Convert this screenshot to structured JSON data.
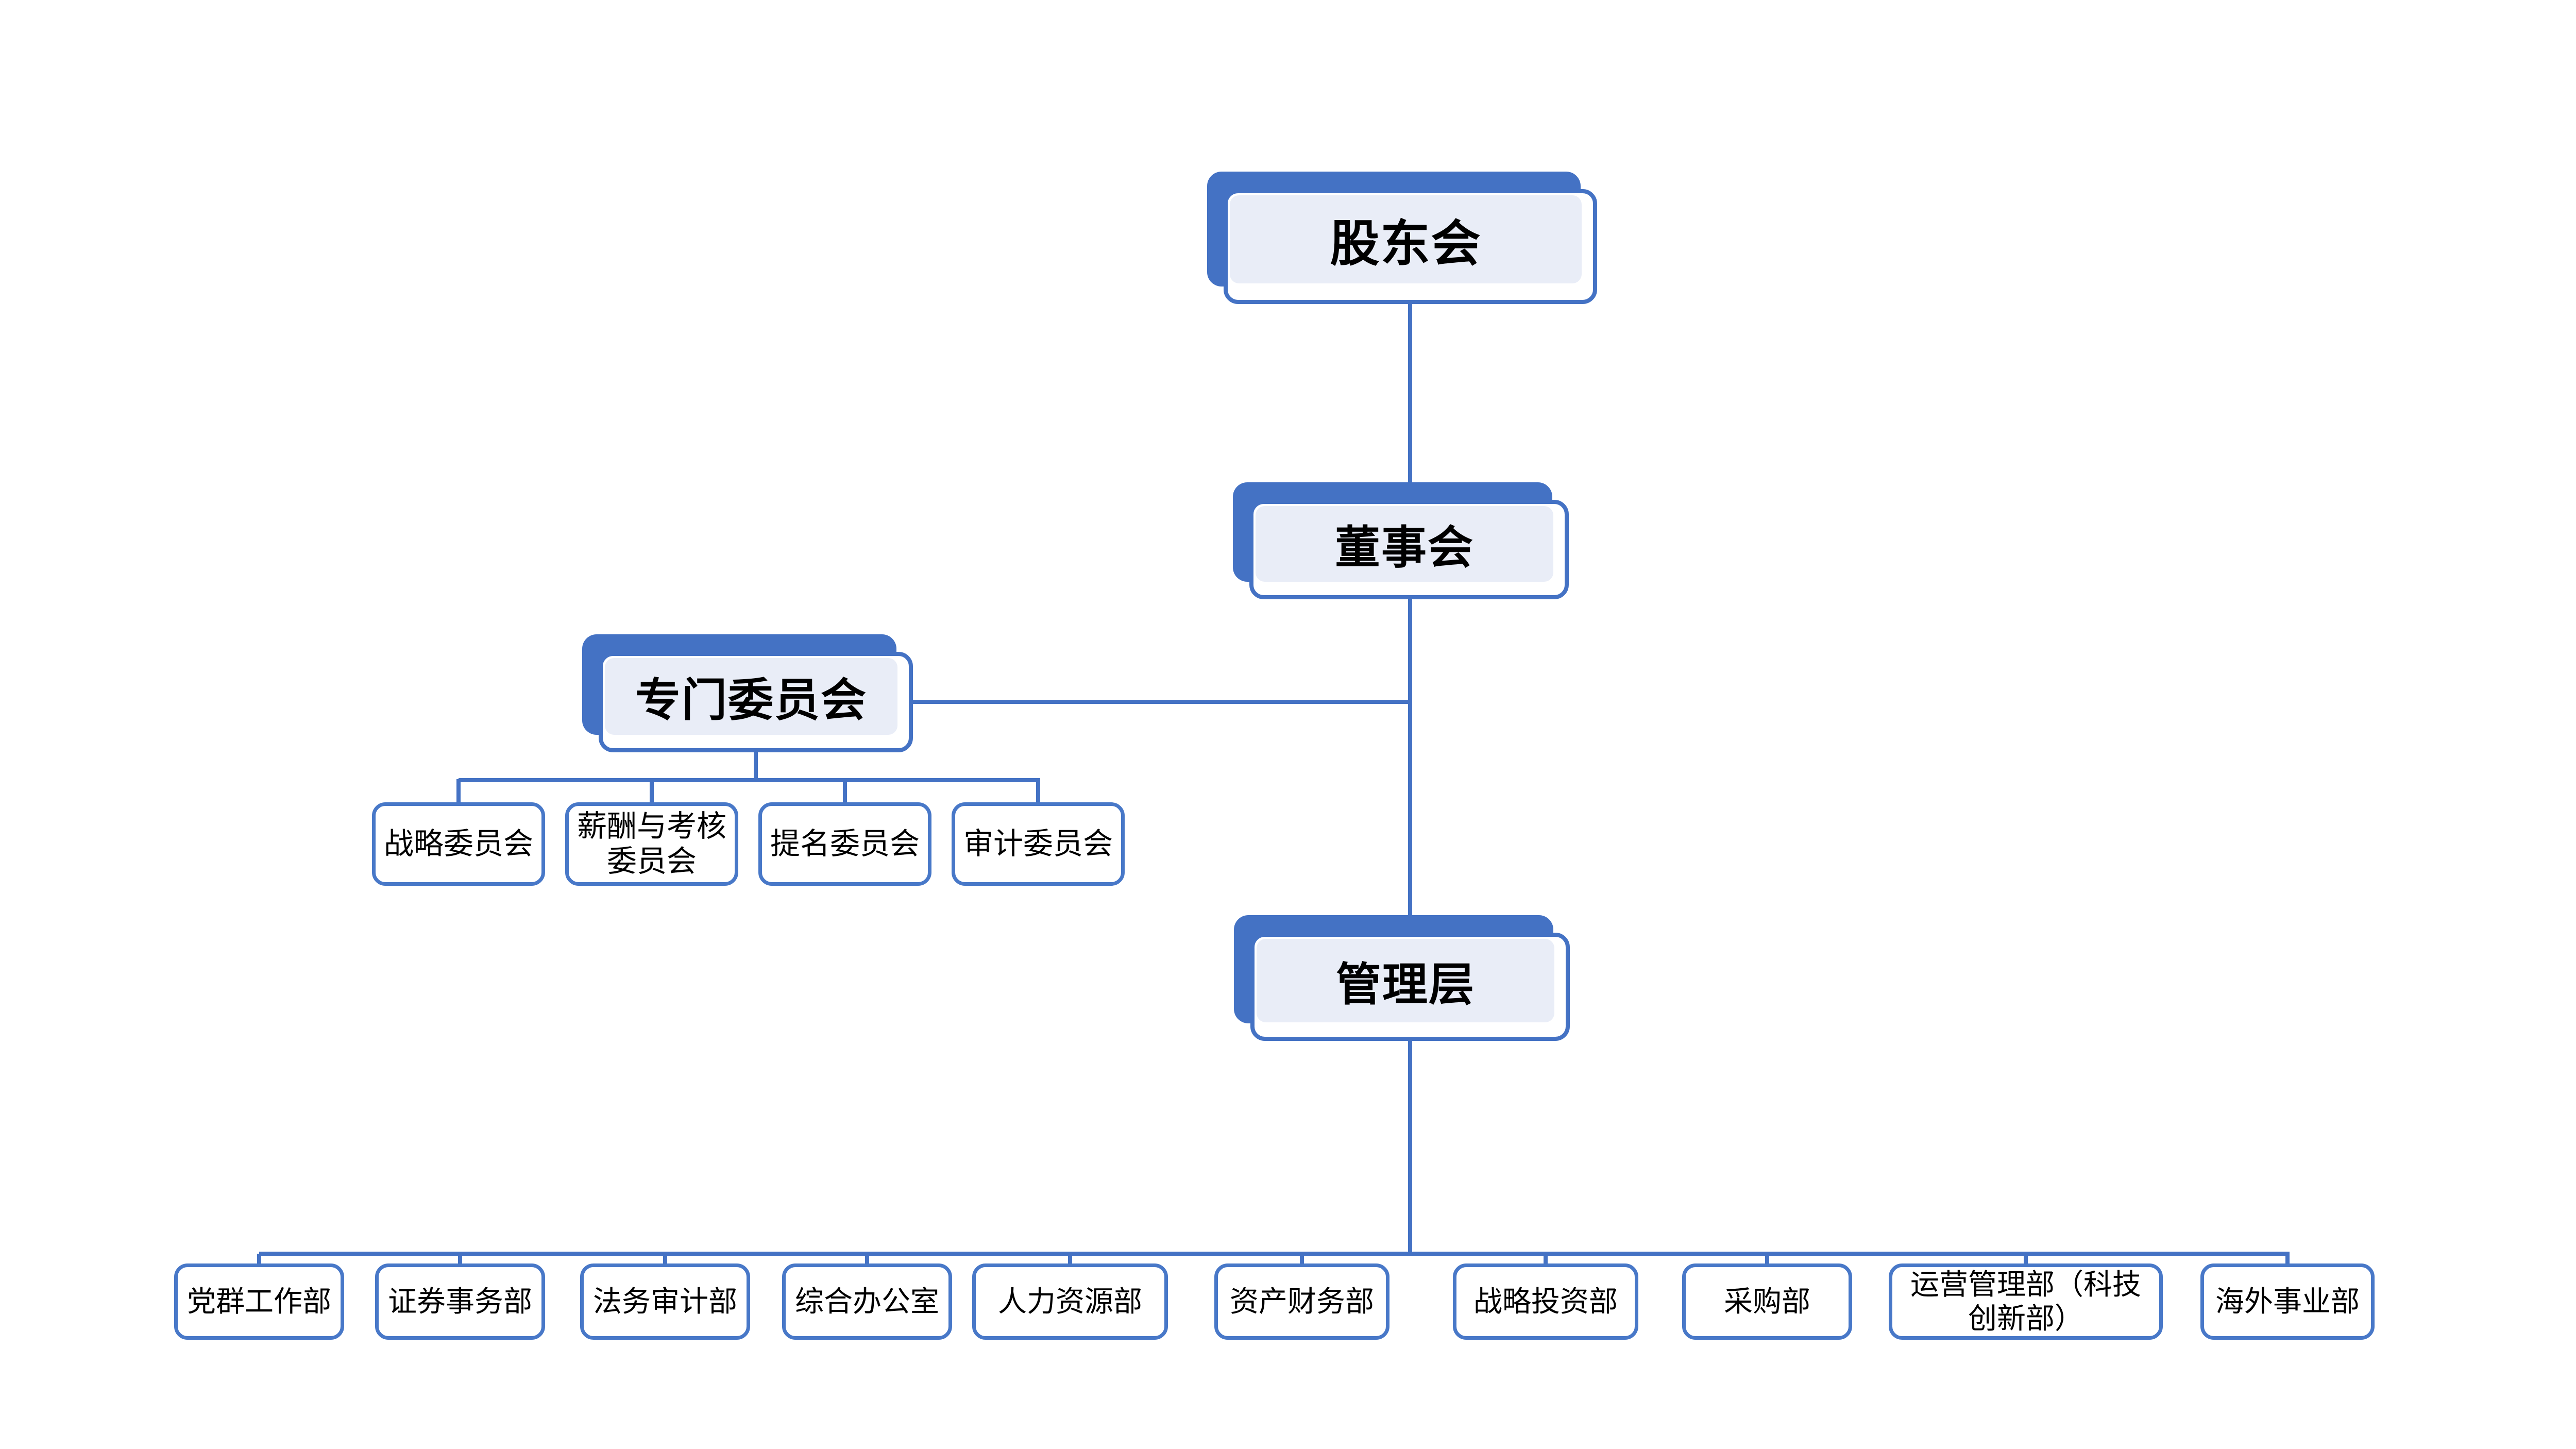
{
  "org": {
    "shareholders": "股东会",
    "board": "董事会",
    "special": "专门委员会",
    "management": "管理层",
    "committees": [
      "战略委员会",
      "薪酬与考核委员会",
      "提名委员会",
      "审计委员会"
    ],
    "departments": [
      "党群工作部",
      "证券事务部",
      "法务审计部",
      "综合办公室",
      "人力资源部",
      "资产财务部",
      "战略投资部",
      "采购部",
      "运营管理部（科技创新部）",
      "海外事业部"
    ]
  },
  "colors": {
    "accent": "#4472C4",
    "leaf_border": "#4878C8",
    "node_fill": "#E9EDF7",
    "background": "#FFFFFF",
    "text": "#000000"
  }
}
